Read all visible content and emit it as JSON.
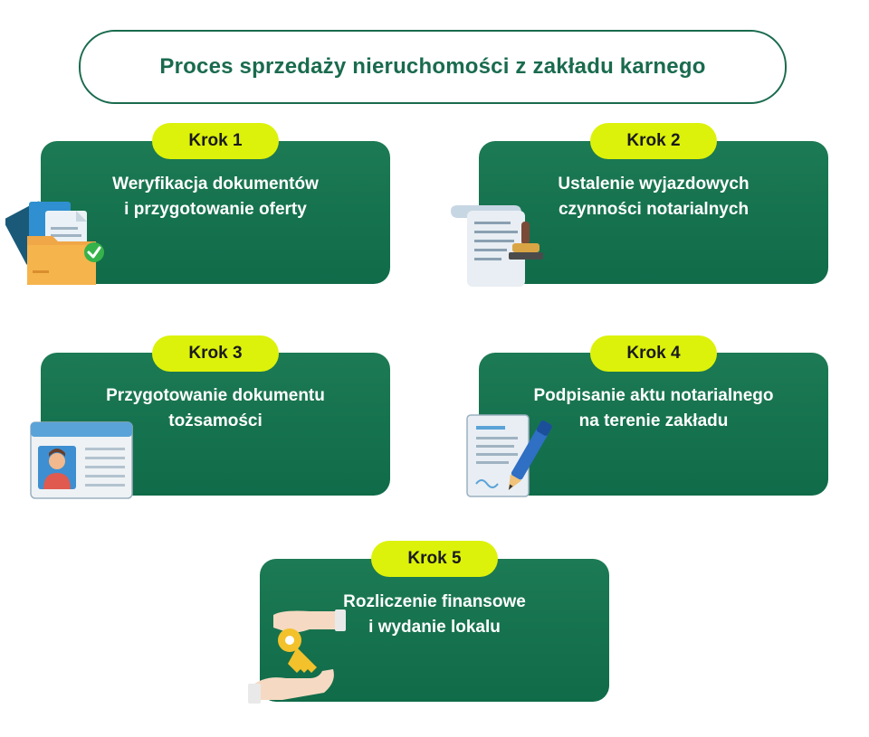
{
  "title": "Proces sprzedaży nieruchomości z zakładu karnego",
  "steps": [
    {
      "badge": "Krok 1",
      "line1": "Weryfikacja dokumentów",
      "line2": "i przygotowanie oferty",
      "icon": "documents-folder-check-icon"
    },
    {
      "badge": "Krok 2",
      "line1": "Ustalenie wyjazdowych",
      "line2": "czynności notarialnych",
      "icon": "scroll-stamp-icon"
    },
    {
      "badge": "Krok 3",
      "line1": "Przygotowanie dokumentu",
      "line2": "tożsamości",
      "icon": "id-card-icon"
    },
    {
      "badge": "Krok 4",
      "line1": "Podpisanie aktu notarialnego",
      "line2": "na terenie zakładu",
      "icon": "contract-pen-icon"
    },
    {
      "badge": "Krok 5",
      "line1": "Rozliczenie finansowe",
      "line2": "i wydanie lokalu",
      "icon": "key-handover-icon"
    }
  ],
  "colors": {
    "primary": "#1a6b4e",
    "badge": "#dcf20a"
  }
}
